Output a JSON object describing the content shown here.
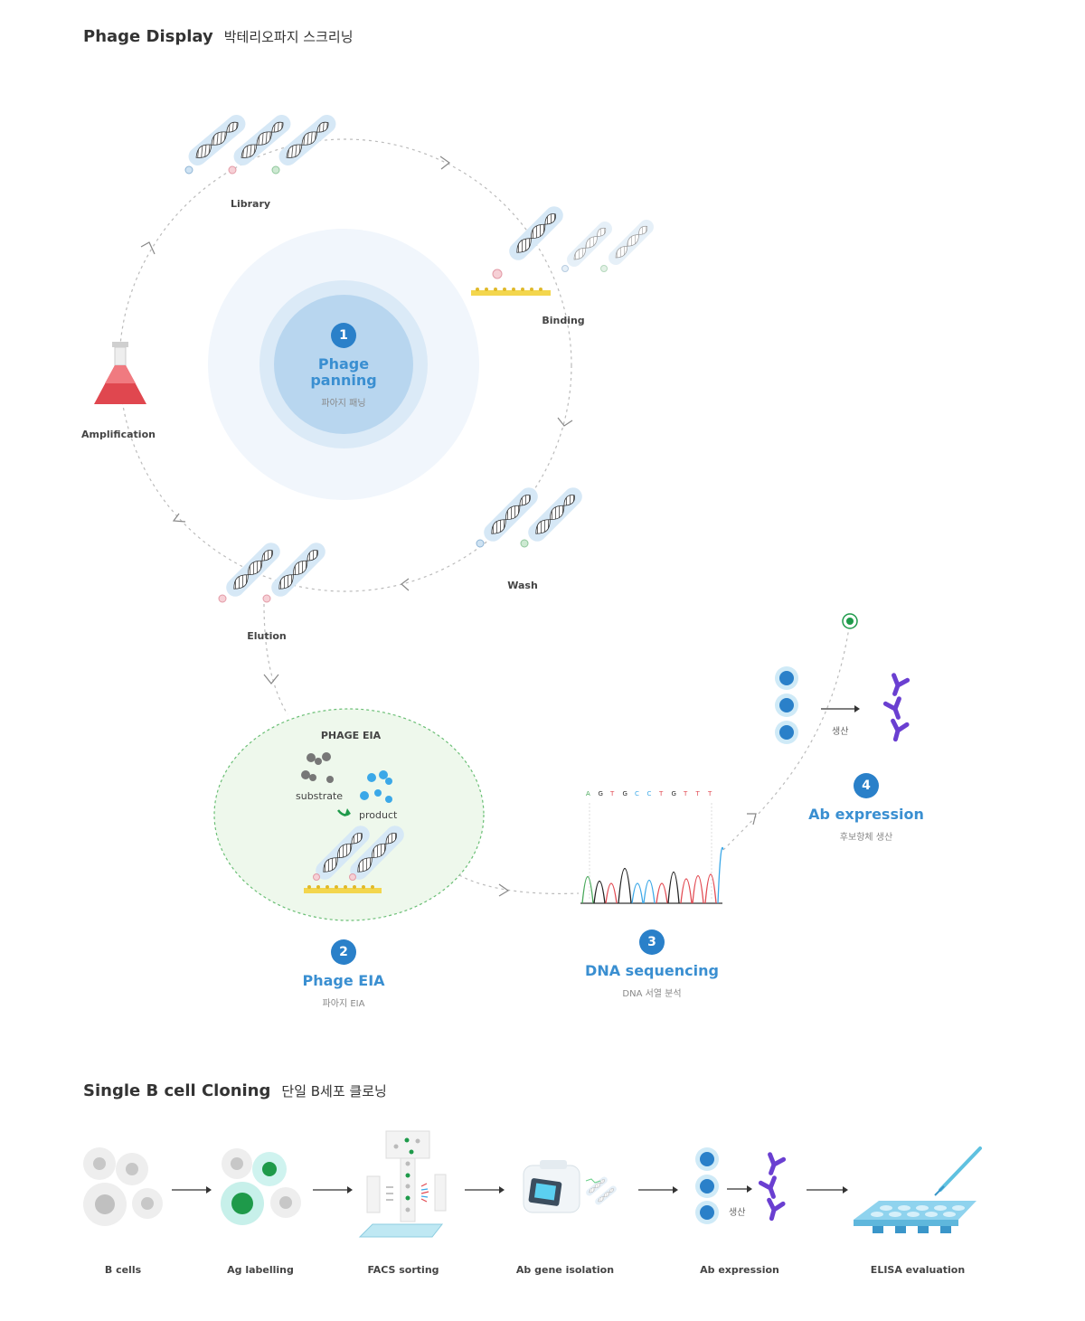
{
  "phage_display": {
    "title": "Phage Display",
    "title_ko": "박테리오파지 스크리닝",
    "cycle_steps": {
      "library": "Library",
      "binding": "Binding",
      "wash": "Wash",
      "elution": "Elution",
      "amplification": "Amplification"
    },
    "center": {
      "number": "1",
      "title_line1": "Phage",
      "title_line2": "panning",
      "subtitle": "파아지 패닝"
    },
    "eia": {
      "heading": "PHAGE EIA",
      "substrate": "substrate",
      "product": "product",
      "number": "2",
      "title": "Phage EIA",
      "subtitle": "파아지 EIA"
    },
    "sequencing": {
      "bases": [
        "A",
        "G",
        "T",
        "G",
        "C",
        "C",
        "T",
        "G",
        "T",
        "T",
        "T"
      ],
      "number": "3",
      "title": "DNA sequencing",
      "subtitle": "DNA 서열 분석"
    },
    "expression": {
      "produce": "생산",
      "number": "4",
      "title": "Ab expression",
      "subtitle": "후보항체 생산"
    }
  },
  "single_b_cell": {
    "title": "Single B cell Cloning",
    "title_ko": "단일 B세포 클로닝",
    "steps": [
      "B cells",
      "Ag labelling",
      "FACS sorting",
      "Ab gene isolation",
      "Ab expression",
      "ELISA evaluation"
    ],
    "produce": "생산"
  },
  "colors": {
    "accent_blue": "#3a8fd1",
    "badge_blue": "#2a80c9",
    "flask_red": "#e0474f",
    "antibody_purple": "#6a3fd1",
    "eia_green": "#eef8ec"
  }
}
